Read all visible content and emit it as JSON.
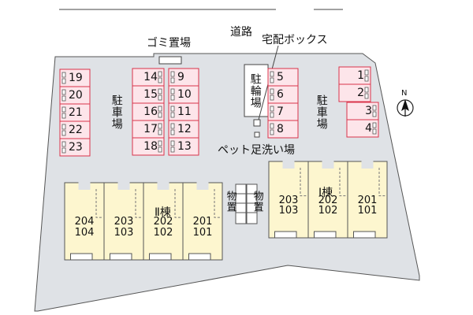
{
  "colors": {
    "lot": "#dfe2e6",
    "parking_fill": "#fde5ea",
    "parking_border": "#d9334a",
    "building_fill": "#fdf6cf",
    "outline": "#555555"
  },
  "labels": {
    "garbage": "ゴミ置場",
    "road": "道路",
    "delivery_box": "宅配ボックス",
    "bicycle_parking": "駐輪場",
    "parking_left": "駐車場",
    "parking_right": "駐車場",
    "pet_wash": "ペット足洗い場",
    "storage_1": "物置",
    "storage_2": "物置",
    "building_1": "Ⅰ棟",
    "building_2": "Ⅱ棟",
    "compass": "N"
  },
  "parking": {
    "left_column": [
      "19",
      "20",
      "21",
      "22",
      "23"
    ],
    "center_left": [
      "14",
      "15",
      "16",
      "17",
      "18"
    ],
    "center_right": [
      "9",
      "10",
      "11",
      "12",
      "13"
    ],
    "bike_side": [
      "5",
      "6",
      "7",
      "8"
    ],
    "right_top": [
      "1",
      "2"
    ],
    "right_bottom": [
      "3",
      "4"
    ]
  },
  "building_2_units": [
    {
      "upper": "204",
      "lower": "104"
    },
    {
      "upper": "203",
      "lower": "103"
    },
    {
      "upper": "202",
      "lower": "102"
    },
    {
      "upper": "201",
      "lower": "101"
    }
  ],
  "building_1_units": [
    {
      "upper": "203",
      "lower": "103"
    },
    {
      "upper": "202",
      "lower": "102"
    },
    {
      "upper": "201",
      "lower": "101"
    }
  ]
}
